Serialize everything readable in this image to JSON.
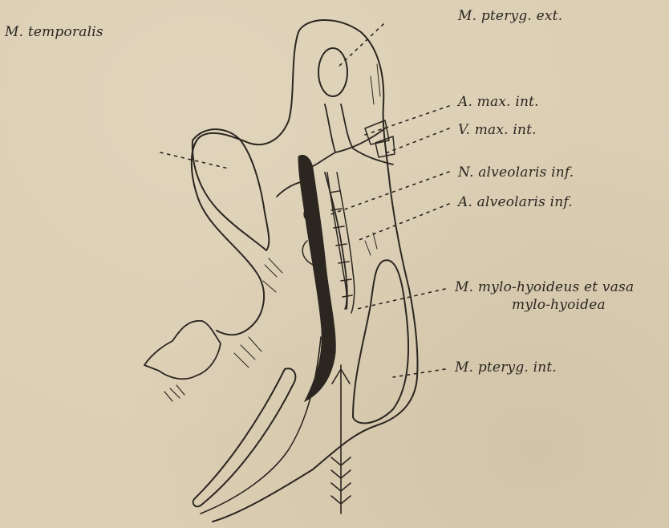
{
  "labels": {
    "temporalis": "M. temporalis",
    "pteryg_ext": "M. pteryg. ext.",
    "a_max_int": "A. max. int.",
    "v_max_int": "V. max. int.",
    "n_alveolaris_inf": "N. alveolaris inf.",
    "a_alveolaris_inf": "A. alveolaris inf.",
    "mylo_line1": "M. mylo-hyoideus et vasa",
    "mylo_line2": "mylo-hyoidea",
    "pteryg_int": "M. pteryg. int."
  },
  "colors": {
    "paper": "#dccfb4",
    "ink": "#2b2620"
  }
}
